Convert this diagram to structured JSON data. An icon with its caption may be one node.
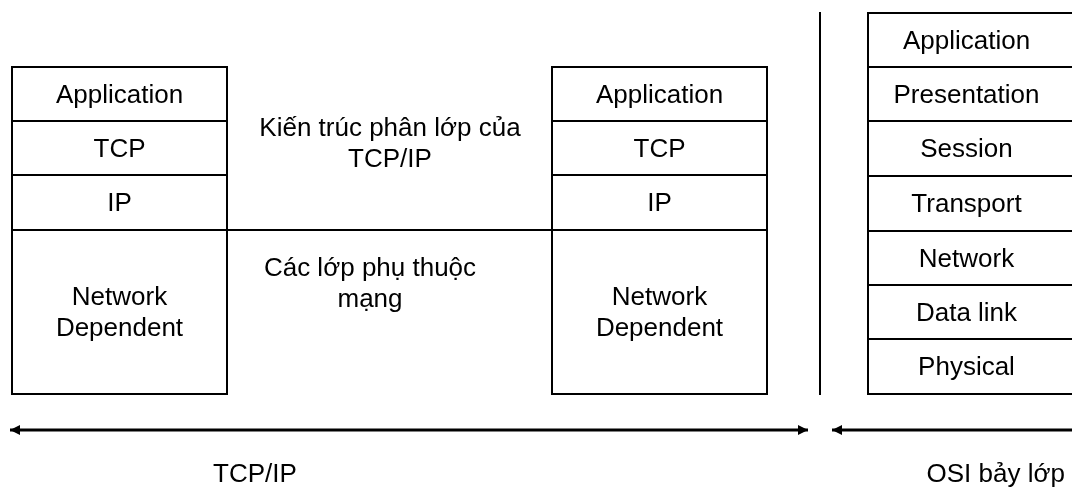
{
  "diagram": {
    "nodes": [
      {
        "text": [
          "Application"
        ]
      },
      {
        "text": [
          "TCP"
        ]
      },
      {
        "text": [
          "IP"
        ]
      },
      {
        "text": [
          "Network Dependent"
        ]
      },
      {
        "text": [
          "Application"
        ]
      },
      {
        "text": [
          "TCP"
        ]
      },
      {
        "text": [
          "IP"
        ]
      },
      {
        "text": [
          "Network Dependent"
        ]
      },
      {
        "text": [
          "Application"
        ]
      },
      {
        "text": [
          "Presentation"
        ]
      },
      {
        "text": [
          "Session"
        ]
      },
      {
        "text": [
          "Transport"
        ]
      },
      {
        "text": [
          "Network"
        ]
      },
      {
        "text": [
          "Data link"
        ]
      },
      {
        "text": [
          "Physical"
        ]
      }
    ],
    "edges": [],
    "labels": [
      "Kiến trúc phân lớp của TCP/IP",
      "Các lớp phụ thuộc mạng",
      "TCP/IP",
      "OSI bảy lớp"
    ]
  }
}
